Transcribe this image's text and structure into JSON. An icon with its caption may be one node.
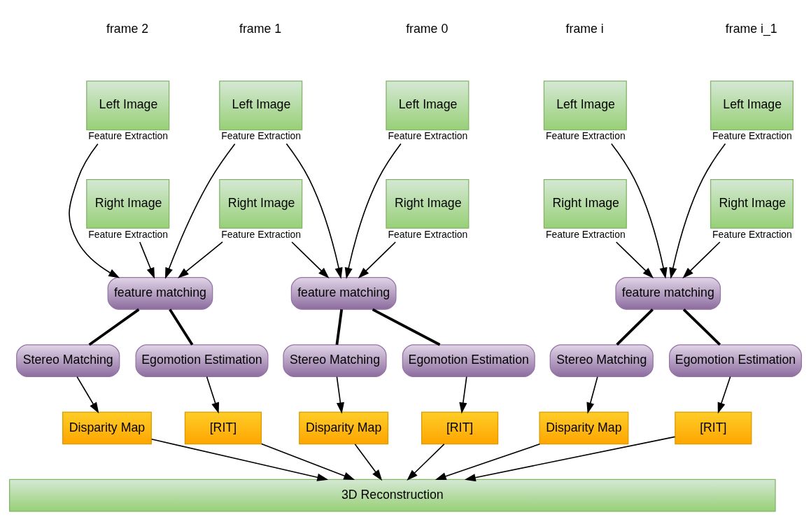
{
  "diagram": {
    "nodes": [
      {
        "text": [
          "Left Image"
        ],
        "beside": [
          "Feature Extraction"
        ]
      },
      {
        "text": [
          "Left Image"
        ],
        "beside": [
          "Feature Extraction"
        ]
      },
      {
        "text": [
          "Left Image"
        ],
        "beside": [
          "Feature Extraction"
        ]
      },
      {
        "text": [
          "Left Image"
        ],
        "beside": [
          "Feature Extraction"
        ]
      },
      {
        "text": [
          "Left Image"
        ],
        "beside": [
          "Feature Extraction"
        ]
      },
      {
        "text": [
          "Right Image"
        ],
        "beside": [
          "Feature Extraction"
        ]
      },
      {
        "text": [
          "Right Image"
        ],
        "beside": [
          "Feature Extraction"
        ]
      },
      {
        "text": [
          "Right Image"
        ],
        "beside": [
          "Feature Extraction"
        ]
      },
      {
        "text": [
          "Right Image"
        ],
        "beside": [
          "Feature Extraction"
        ]
      },
      {
        "text": [
          "Right Image"
        ],
        "beside": [
          "Feature Extraction"
        ]
      },
      {
        "text": [
          "feature matching"
        ]
      },
      {
        "text": [
          "feature matching"
        ]
      },
      {
        "text": [
          "feature matching"
        ]
      },
      {
        "text": [
          "Stereo Matching"
        ]
      },
      {
        "text": [
          "Egomotion Estimation"
        ]
      },
      {
        "text": [
          "Stereo Matching"
        ]
      },
      {
        "text": [
          "Egomotion Estimation"
        ]
      },
      {
        "text": [
          "Stereo Matching"
        ]
      },
      {
        "text": [
          "Egomotion Estimation"
        ]
      },
      {
        "text": [
          "Disparity Map"
        ]
      },
      {
        "text": [
          "[RIT]"
        ]
      },
      {
        "text": [
          "Disparity Map"
        ]
      },
      {
        "text": [
          "[RIT]"
        ]
      },
      {
        "text": [
          "Disparity Map"
        ]
      },
      {
        "text": [
          "[RIT]"
        ]
      },
      {
        "text": [
          "3D Reconstruction"
        ]
      }
    ],
    "edges": [
      {
        "from": 0,
        "to": 10,
        "arrow": "to"
      },
      {
        "from": 1,
        "to": 10,
        "arrow": "to"
      },
      {
        "from": 5,
        "to": 10,
        "arrow": "to"
      },
      {
        "from": 6,
        "to": 10,
        "arrow": "to"
      },
      {
        "from": 1,
        "to": 11,
        "arrow": "to"
      },
      {
        "from": 2,
        "to": 11,
        "arrow": "to"
      },
      {
        "from": 6,
        "to": 11,
        "arrow": "to"
      },
      {
        "from": 7,
        "to": 11,
        "arrow": "to"
      },
      {
        "from": 3,
        "to": 12,
        "arrow": "to"
      },
      {
        "from": 4,
        "to": 12,
        "arrow": "to"
      },
      {
        "from": 8,
        "to": 12,
        "arrow": "to"
      },
      {
        "from": 9,
        "to": 12,
        "arrow": "to"
      },
      {
        "from": 10,
        "to": 13,
        "arrow": "none",
        "style": "thick"
      },
      {
        "from": 10,
        "to": 14,
        "arrow": "none",
        "style": "thick"
      },
      {
        "from": 11,
        "to": 15,
        "arrow": "none",
        "style": "thick"
      },
      {
        "from": 11,
        "to": 16,
        "arrow": "none",
        "style": "thick"
      },
      {
        "from": 12,
        "to": 17,
        "arrow": "none",
        "style": "thick"
      },
      {
        "from": 12,
        "to": 18,
        "arrow": "none",
        "style": "thick"
      },
      {
        "from": 13,
        "to": 19,
        "arrow": "to"
      },
      {
        "from": 14,
        "to": 20,
        "arrow": "to"
      },
      {
        "from": 15,
        "to": 21,
        "arrow": "to"
      },
      {
        "from": 16,
        "to": 22,
        "arrow": "to"
      },
      {
        "from": 17,
        "to": 23,
        "arrow": "to"
      },
      {
        "from": 18,
        "to": 24,
        "arrow": "to"
      },
      {
        "from": 19,
        "to": 25,
        "arrow": "to"
      },
      {
        "from": 20,
        "to": 25,
        "arrow": "to"
      },
      {
        "from": 21,
        "to": 25,
        "arrow": "to"
      },
      {
        "from": 22,
        "to": 25,
        "arrow": "to"
      },
      {
        "from": 23,
        "to": 25,
        "arrow": "to"
      },
      {
        "from": 24,
        "to": 25,
        "arrow": "to"
      }
    ],
    "labels": [
      "frame 0",
      "frame 1",
      "frame 2",
      "frame i_1",
      "frame i"
    ]
  }
}
